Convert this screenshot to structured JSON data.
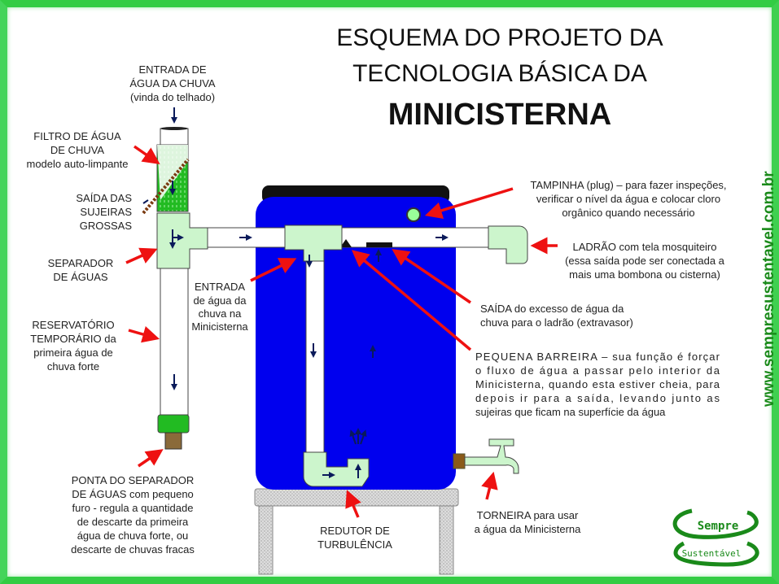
{
  "title": {
    "line1": "ESQUEMA DO PROJETO DA",
    "line2": "TECNOLOGIA BÁSICA DA",
    "line3": "MINICISTERNA"
  },
  "website": "www.sempresustentavel.com.br",
  "logo": {
    "top": "Sempre",
    "bottom": "Sustentável"
  },
  "labels": {
    "entrada_chuva": [
      "ENTRADA DE",
      "ÁGUA DA CHUVA",
      "(vinda do telhado)"
    ],
    "filtro": [
      "FILTRO DE ÁGUA",
      "DE CHUVA",
      "modelo auto-limpante"
    ],
    "saida_sujeiras": [
      "SAÍDA DAS",
      "SUJEIRAS",
      "GROSSAS"
    ],
    "separador": [
      "SEPARADOR",
      "DE ÁGUAS"
    ],
    "reservatorio": [
      "RESERVATÓRIO",
      "TEMPORÁRIO da",
      "primeira água de",
      "chuva forte"
    ],
    "ponta": [
      "PONTA DO SEPARADOR",
      "DE ÁGUAS com pequeno",
      "furo - regula a quantidade",
      "de descarte da primeira",
      "água de chuva forte, ou",
      "descarte de chuvas fracas"
    ],
    "entrada_mini": [
      "ENTRADA",
      "de água da",
      "chuva na",
      "Minicisterna"
    ],
    "tampinha": [
      "TAMPINHA (plug) – para fazer inspeções,",
      "verificar o nível da água e colocar cloro",
      "orgânico quando necessário"
    ],
    "ladrao": [
      "LADRÃO com tela mosquiteiro",
      "(essa saída pode ser conectada a",
      "mais uma bombona ou cisterna)"
    ],
    "saida_excesso": [
      "SAÍDA do excesso de água da",
      "chuva para o ladrão (extravasor)"
    ],
    "barreira": [
      "PEQUENA BARREIRA – sua função é forçar",
      "o fluxo de água a passar pelo interior da",
      "Minicisterna, quando esta estiver cheia, para",
      "depois ir para a saída, levando junto as",
      "sujeiras que ficam na superfície da água"
    ],
    "redutor": [
      "REDUTOR DE",
      "TURBULÊNCIA"
    ],
    "torneira": [
      "TORNEIRA para usar",
      "a água da Minicisterna"
    ]
  },
  "colors": {
    "frame": "#33cc44",
    "tank": "#0000ee",
    "fitting": "#ccf5cc",
    "filter": "#22bb22",
    "arrow": "#ee1111",
    "site": "#1a8a1a"
  }
}
